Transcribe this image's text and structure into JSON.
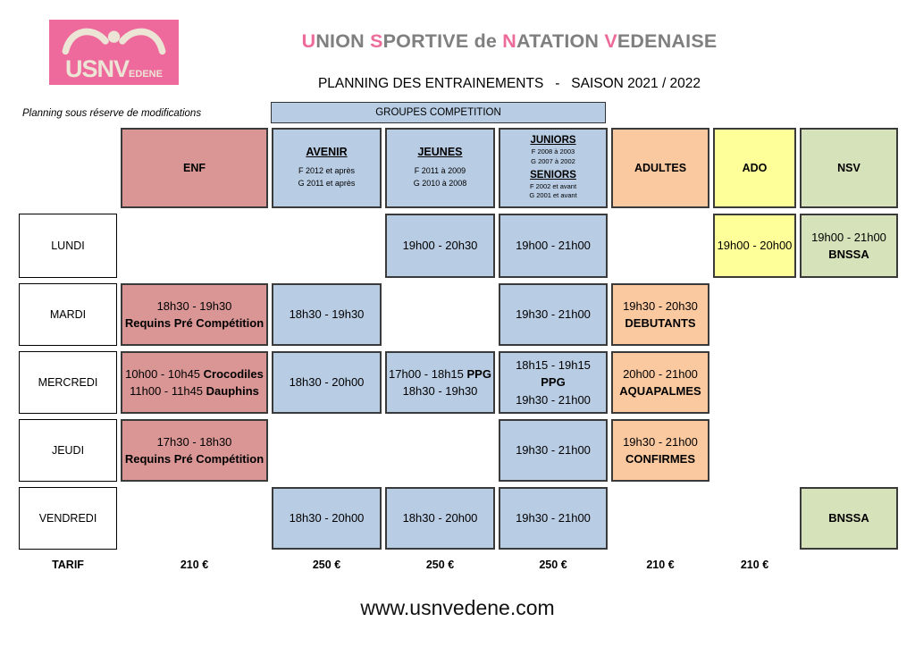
{
  "logo": {
    "main": "USNV",
    "sub": "EDENE"
  },
  "header": {
    "title_words": [
      "UNION",
      "SPORTIVE",
      "de",
      "NATATION",
      "VEDENAISE"
    ],
    "subtitle": "PLANNING DES ENTRAINEMENTS   -   SAISON 2021 / 2022",
    "note": "Planning sous réserve de modifications",
    "groups_banner": "GROUPES COMPETITION"
  },
  "colors": {
    "accent_pink": "#ed6b9a",
    "title_gray": "#7f7f7f",
    "logo_pink": "#ef6a9c",
    "logo_cream": "#ece4d5",
    "rose": "#d99694",
    "blue": "#b8cce4",
    "peach": "#fbc9a0",
    "yellow": "#ffff99",
    "green": "#d6e3ba",
    "border": "#3a3a3a"
  },
  "columns": [
    {
      "id": "enf",
      "label": "ENF",
      "color": "rose"
    },
    {
      "id": "avenir",
      "label": "AVENIR",
      "ages": [
        "F 2012 et après",
        "G 2011 et après"
      ],
      "color": "blue"
    },
    {
      "id": "jeunes",
      "label": "JEUNES",
      "ages": [
        "F 2011 à 2009",
        "G 2010 à 2008"
      ],
      "color": "blue"
    },
    {
      "id": "juniors-seniors",
      "label": "JUNIORS",
      "ages": [
        "F 2008 à 2003",
        "G 2007 à 2002"
      ],
      "label2": "SENIORS",
      "ages2": [
        "F 2002 et avant",
        "G 2001 et avant"
      ],
      "color": "blue"
    },
    {
      "id": "adultes",
      "label": "ADULTES",
      "color": "peach"
    },
    {
      "id": "ado",
      "label": "ADO",
      "color": "yellow"
    },
    {
      "id": "nsv",
      "label": "NSV",
      "color": "green"
    }
  ],
  "schedule": [
    {
      "day": "LUNDI",
      "cells": [
        null,
        null,
        [
          [
            "19h00 - 20h30",
            ""
          ]
        ],
        [
          [
            "19h00 - 21h00",
            ""
          ]
        ],
        null,
        [
          [
            "19h00 - 20h00",
            ""
          ]
        ],
        [
          [
            "19h00 - 21h00",
            ""
          ],
          [
            "",
            "BNSSA"
          ]
        ]
      ]
    },
    {
      "day": "MARDI",
      "cells": [
        [
          [
            "18h30 - 19h30",
            ""
          ],
          [
            "",
            "Requins Pré Compétition"
          ]
        ],
        [
          [
            "18h30 - 19h30",
            ""
          ]
        ],
        null,
        [
          [
            "19h30 - 21h00",
            ""
          ]
        ],
        [
          [
            "19h30 - 20h30",
            ""
          ],
          [
            "",
            "DEBUTANTS"
          ]
        ],
        null,
        null
      ]
    },
    {
      "day": "MERCREDI",
      "cells": [
        [
          [
            "10h00 - 10h45 ",
            "Crocodiles"
          ],
          [
            "11h00 - 11h45 ",
            "Dauphins"
          ]
        ],
        [
          [
            "18h30 - 20h00",
            ""
          ]
        ],
        [
          [
            "17h00 - 18h15 ",
            "PPG"
          ],
          [
            "18h30 - 19h30",
            ""
          ]
        ],
        [
          [
            "18h15 - 19h15 ",
            "PPG"
          ],
          [
            "19h30 - 21h00",
            ""
          ]
        ],
        [
          [
            "20h00 - 21h00",
            ""
          ],
          [
            "",
            "AQUAPALMES"
          ]
        ],
        null,
        null
      ]
    },
    {
      "day": "JEUDI",
      "cells": [
        [
          [
            "17h30 - 18h30",
            ""
          ],
          [
            "",
            "Requins Pré Compétition"
          ]
        ],
        null,
        null,
        [
          [
            "19h30 - 21h00",
            ""
          ]
        ],
        [
          [
            "19h30 - 21h00",
            ""
          ],
          [
            "",
            "CONFIRMES"
          ]
        ],
        null,
        null
      ]
    },
    {
      "day": "VENDREDI",
      "cells": [
        null,
        [
          [
            "18h30 - 20h00",
            ""
          ]
        ],
        [
          [
            "18h30 - 20h00",
            ""
          ]
        ],
        [
          [
            "19h30 - 21h00",
            ""
          ]
        ],
        null,
        null,
        [
          [
            "",
            "BNSSA"
          ]
        ]
      ]
    }
  ],
  "tarif": {
    "label": "TARIF",
    "values": [
      "210 €",
      "250 €",
      "250 €",
      "250 €",
      "210 €",
      "210 €",
      ""
    ]
  },
  "footer": {
    "url": "www.usnvedene.com"
  }
}
